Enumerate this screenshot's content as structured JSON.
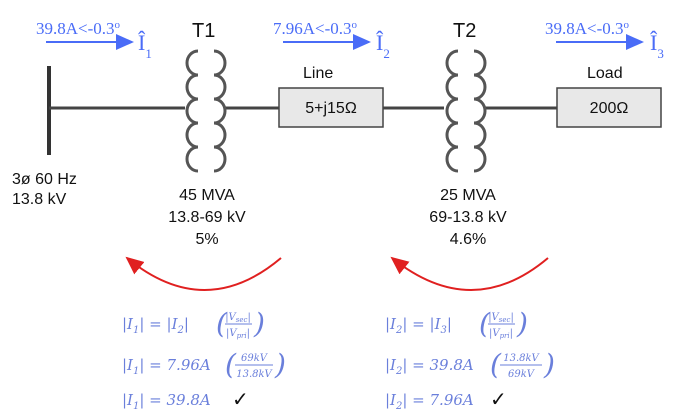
{
  "colors": {
    "annotation_blue": "#4a6cf7",
    "equation_blue": "#6a7fdb",
    "arrow_red": "#e02020",
    "box_fill": "#e8e8e8",
    "line_dark": "#333333"
  },
  "currents": [
    {
      "value": "39.8A<-0.3",
      "deg": "o",
      "symbol": "Î",
      "sub": "1"
    },
    {
      "value": "7.96A<-0.3",
      "deg": "o",
      "symbol": "Î",
      "sub": "2"
    },
    {
      "value": "39.8A<-0.3",
      "deg": "o",
      "symbol": "Î",
      "sub": "3"
    }
  ],
  "source": {
    "line1": "3ø 60 Hz",
    "line2": "13.8 kV"
  },
  "t1": {
    "name": "T1",
    "rating": "45 MVA",
    "voltage": "13.8-69 kV",
    "impedance": "5%"
  },
  "t2": {
    "name": "T2",
    "rating": "25 MVA",
    "voltage": "69-13.8 kV",
    "impedance": "4.6%"
  },
  "line": {
    "label": "Line",
    "value": "5+j15Ω"
  },
  "load": {
    "label": "Load",
    "value": "200Ω"
  },
  "eq_left": {
    "l1_lhs": "|I",
    "l1_lhs_sub": "1",
    "l1_mid": "| = |I",
    "l1_mid_sub": "2",
    "l1_end": "|",
    "l1_num": "|V",
    "l1_num_sub": "sec",
    "l1_den": "|V",
    "l1_den_sub": "pri",
    "l2_lhs": "|I",
    "l2_lhs_sub": "1",
    "l2_mid": "| = 7.96A",
    "l2_num": "69kV",
    "l2_den": "13.8kV",
    "l3_lhs": "|I",
    "l3_lhs_sub": "1",
    "l3_mid": "| = 39.8A",
    "check": "✓"
  },
  "eq_right": {
    "l1_lhs": "|I",
    "l1_lhs_sub": "2",
    "l1_mid": "| = |I",
    "l1_mid_sub": "3",
    "l1_end": "|",
    "l1_num": "|V",
    "l1_num_sub": "sec",
    "l1_den": "|V",
    "l1_den_sub": "pri",
    "l2_lhs": "|I",
    "l2_lhs_sub": "2",
    "l2_mid": "| = 39.8A",
    "l2_num": "13.8kV",
    "l2_den": "69kV",
    "l3_lhs": "|I",
    "l3_lhs_sub": "2",
    "l3_mid": "| = 7.96A",
    "check": "✓"
  }
}
